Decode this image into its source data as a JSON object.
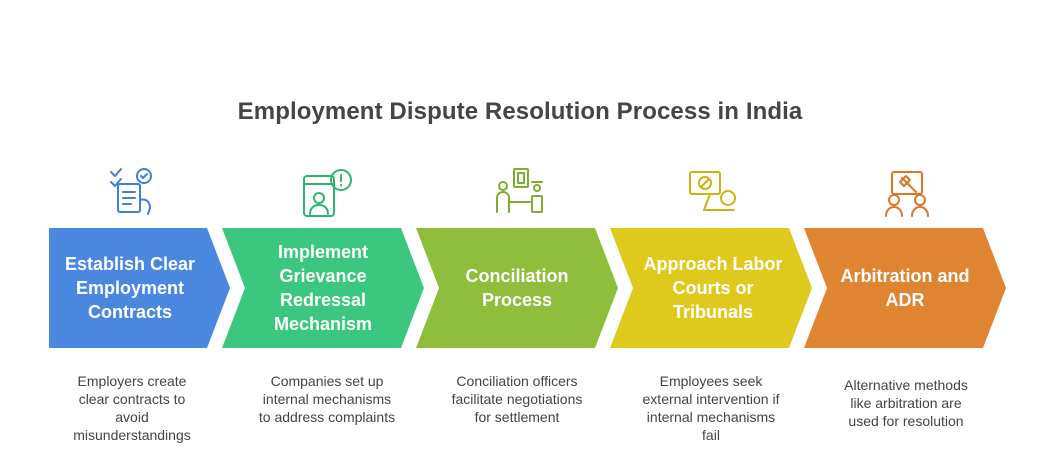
{
  "title": "Employment Dispute Resolution Process in India",
  "steps": [
    {
      "label": "Establish Clear Employment Contracts",
      "description": "Employers create clear contracts to avoid misunderstandings",
      "color": "#4a88e0",
      "icon_color": "#3d7fdb",
      "icon": "contract-checklist-icon"
    },
    {
      "label": "Implement Grievance Redressal Mechanism",
      "description": "Companies set up internal mechanisms to address complaints",
      "color": "#3cc77f",
      "icon_color": "#2fb46f",
      "icon": "grievance-alert-icon"
    },
    {
      "label": "Conciliation Process",
      "description": "Conciliation officers facilitate negotiations for settlement",
      "color": "#8fbd3c",
      "icon_color": "#7fae2f",
      "icon": "conciliation-meeting-icon"
    },
    {
      "label": "Approach Labor Courts or Tribunals",
      "description": "Employees seek external intervention if internal mechanisms fail",
      "color": "#dfc91d",
      "icon_color": "#c9b412",
      "icon": "labor-court-icon"
    },
    {
      "label": "Arbitration and ADR",
      "description": "Alternative methods like arbitration are used for resolution",
      "color": "#df8531",
      "icon_color": "#d9782a",
      "icon": "arbitration-gavel-icon"
    }
  ]
}
